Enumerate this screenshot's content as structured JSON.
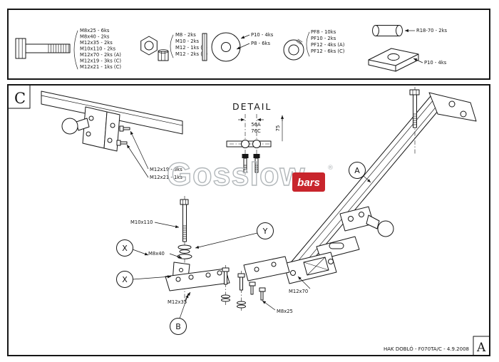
{
  "sheet": {
    "parts": {
      "bolts": [
        "M8x25 - 6ks",
        "M8x40 - 2ks",
        "M12x35 - 2ks",
        "M10x110 - 2ks",
        "M12x70 - 2ks (A)",
        "M12x19 - 3ks (C)",
        "M12x21 - 1ks (C)"
      ],
      "nuts": [
        "M8 - 2ks",
        "M10 - 2ks",
        "M12 - 1ks (A)",
        "M12 - 2ks (C)"
      ],
      "washers": [
        "P10 - 4ks",
        "P8 - 6ks"
      ],
      "spring_washers": [
        "PF8 - 10ks",
        "PF10 - 2ks",
        "PF12 - 4ks (A)",
        "PF12 - 6ks (C)"
      ],
      "spacer_tube": "R18-70 - 2ks",
      "backing_plate": "P10 - 4ks"
    },
    "drawing": {
      "section_c": "C",
      "section_a": "A",
      "detail": "DETAIL",
      "dim_56a": "56A",
      "dim_76c": "76C",
      "dim_75": "75",
      "callout_ball_1": "M12x19 - 3ks",
      "callout_ball_2": "M12x21 - 1ks",
      "callout_m10x110": "M10x110",
      "callout_m8x40": "M8x40",
      "callout_m12x35": "M12x35",
      "callout_m8x25": "M8x25",
      "callout_m12x70": "M12x70",
      "balloon_x1": "X",
      "balloon_x2": "X",
      "balloon_y": "Y",
      "balloon_a": "A",
      "balloon_b": "B",
      "footer": "HAK DOBLÓ - F070TA/C - 4.9.2008"
    },
    "watermark": {
      "word": "Gosslow",
      "badge": "bars",
      "registered": "®"
    }
  },
  "colors": {
    "ink": "#161616",
    "watermark_grey": "#b2b7ba",
    "badge_red": "#c8252c"
  }
}
